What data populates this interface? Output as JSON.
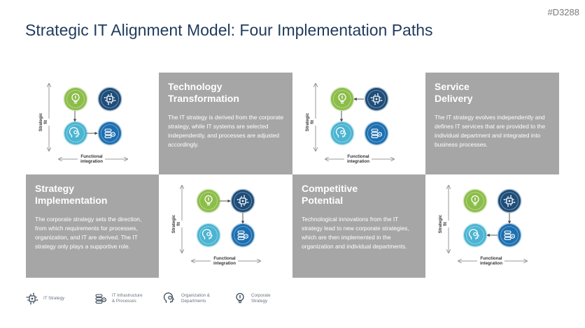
{
  "doc_code": "#D3288",
  "title": "Strategic IT Alignment Model: Four Implementation Paths",
  "axis": {
    "y_label": "Strategic fit",
    "x_label": "Functional integration"
  },
  "cards": {
    "technology": {
      "heading": "Technology\nTransformation",
      "text": "The IT strategy is derived from the corporate strategy, while IT systems are selected independently, and processes are adjusted accordingly."
    },
    "service": {
      "heading": "Service\nDelivery",
      "text": "The IT strategy evolves independently and defines IT services that are provided to the individual department and integrated into business processes."
    },
    "strategy": {
      "heading": "Strategy\nImplementation",
      "text": "The corporate strategy sets the direction, from which requirements for processes, organization, and IT are derived. The IT strategy only plays a supportive role."
    },
    "competitive": {
      "heading": "Competitive\nPotential",
      "text": "Technological innovations from the IT strategy lead to new corporate strategies, which are then implemented in the organization and individual departments."
    }
  },
  "legend": {
    "it_strategy": "IT Strategy",
    "it_infra": "IT Infrastructure\n& Processes",
    "organization": "Organization &\nDepartments",
    "corporate": "Corporate\nStrategy"
  },
  "colors": {
    "card_bg": "#a6a6a6",
    "title": "#1f3b5c",
    "green": "#8cbd4a",
    "navy": "#1e4d79",
    "cyan": "#4bb4d1",
    "blue": "#1d6fb0"
  },
  "icons": [
    "chip-icon",
    "gears-icon",
    "head-gear-icon",
    "bulb-icon"
  ]
}
